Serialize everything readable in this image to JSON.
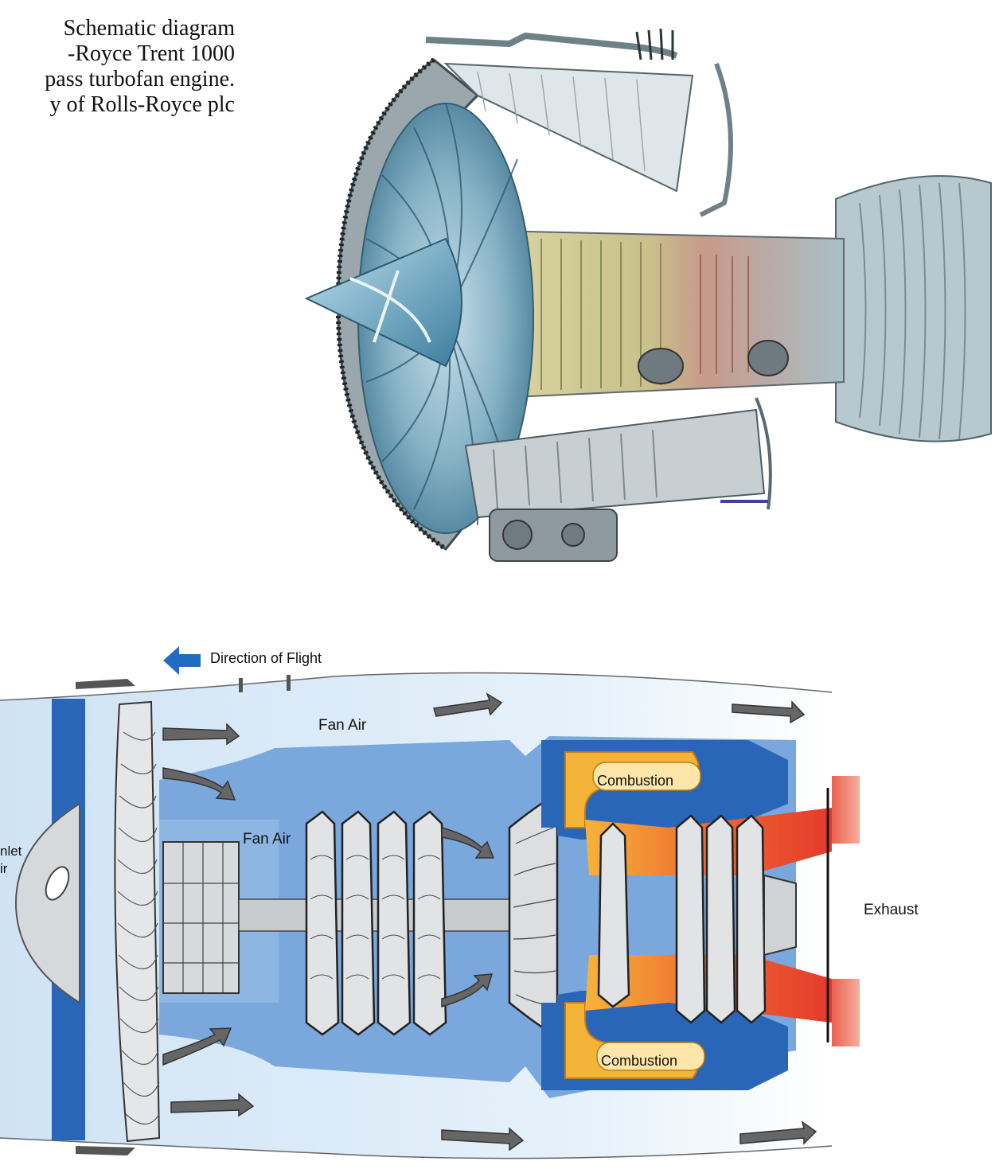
{
  "caption": {
    "lines": [
      "Schematic diagram",
      "-Royce Trent 1000",
      "pass turbofan engine.",
      "y of Rolls-Royce plc"
    ]
  },
  "diagram": {
    "direction_label": "Direction of Flight",
    "fan_air_outer": "Fan Air",
    "fan_air_inner": "Fan Air",
    "combustion_top": "Combustion",
    "combustion_bottom": "Combustion",
    "exhaust": "Exhaust",
    "inlet_line1": "nlet",
    "inlet_line2": "ir"
  },
  "colors": {
    "bypass_light": "#dcecf8",
    "core_blue": "#6f9fd8",
    "dark_blue": "#2a66b8",
    "combustor_orange": "#f4b43a",
    "hot_red": "#e8442e",
    "metal_grey": "#c9ccce"
  }
}
